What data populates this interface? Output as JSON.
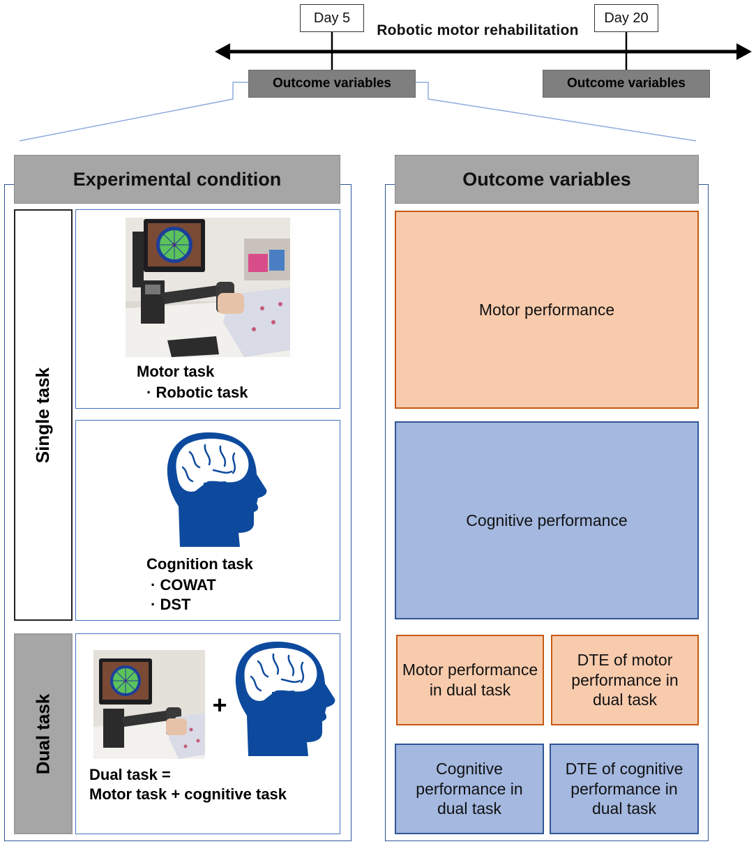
{
  "timeline": {
    "title": "Robotic  motor rehabilitation",
    "day_start": "Day 5",
    "day_end": "Day 20",
    "outcome_label_1": "Outcome variables",
    "outcome_label_2": "Outcome variables"
  },
  "left_panel": {
    "header": "Experimental condition",
    "single_label": "Single task",
    "dual_label": "Dual task",
    "motor_task": {
      "title": "Motor task",
      "items": [
        "· Robotic task"
      ]
    },
    "cognition_task": {
      "title": "Cognition task",
      "items": [
        "· COWAT",
        "· DST"
      ]
    },
    "dual_task": {
      "line1": "Dual task =",
      "line2": "Motor task + cognitive task",
      "plus": "+"
    }
  },
  "right_panel": {
    "header": "Outcome variables",
    "motor_performance": "Motor performance",
    "cognitive_performance": "Cognitive performance",
    "motor_dual": "Motor performance in dual task",
    "dte_motor": "DTE of motor performance in dual task",
    "cognitive_dual": "Cognitive performance in dual task",
    "dte_cognitive": "DTE of cognitive performance in dual task"
  },
  "colors": {
    "orange_fill": "#f8cbad",
    "orange_border": "#c55a11",
    "blue_fill": "#a4b8e0",
    "blue_border": "#2f5597",
    "head_blue": "#0d4a9e"
  }
}
